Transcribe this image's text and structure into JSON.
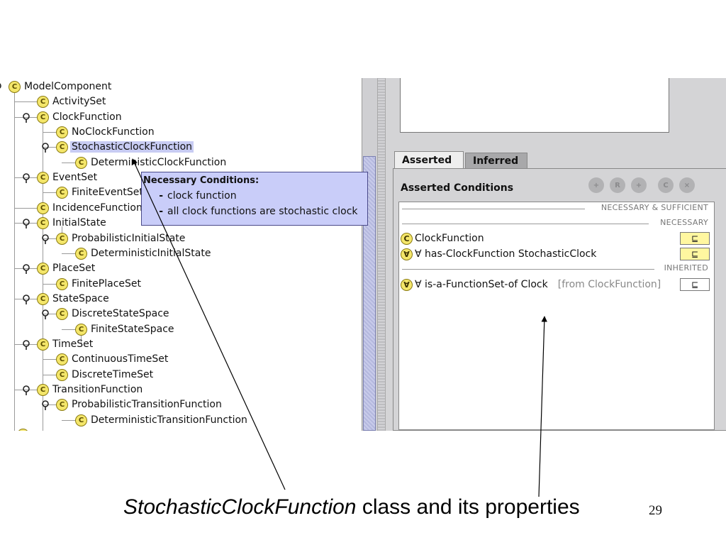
{
  "tree": {
    "items": [
      {
        "label": "ModelComponent"
      },
      {
        "label": "ActivitySet"
      },
      {
        "label": "ClockFunction"
      },
      {
        "label": "NoClockFunction"
      },
      {
        "label": "StochasticClockFunction"
      },
      {
        "label": "DeterministicClockFunction"
      },
      {
        "label": "EventSet"
      },
      {
        "label": "FiniteEventSet"
      },
      {
        "label": "IncidenceFunction"
      },
      {
        "label": "InitialState"
      },
      {
        "label": "ProbabilisticInitialState"
      },
      {
        "label": "DeterministicInitialState"
      },
      {
        "label": "PlaceSet"
      },
      {
        "label": "FinitePlaceSet"
      },
      {
        "label": "StateSpace"
      },
      {
        "label": "DiscreteStateSpace"
      },
      {
        "label": "FiniteStateSpace"
      },
      {
        "label": "TimeSet"
      },
      {
        "label": "ContinuousTimeSet"
      },
      {
        "label": "DiscreteTimeSet"
      },
      {
        "label": "TransitionFunction"
      },
      {
        "label": "ProbabilisticTransitionFunction"
      },
      {
        "label": "DeterministicTransitionFunction"
      }
    ],
    "class_icon_letter": "C",
    "selected_label": "StochasticClockFunction"
  },
  "tooltip": {
    "title": "Necessary Conditions:",
    "items": [
      "clock function",
      "all clock functions are stochastic clock"
    ],
    "bullet": "-"
  },
  "tabs": [
    {
      "label": "Asserted",
      "active": true
    },
    {
      "label": "Inferred",
      "active": false
    }
  ],
  "panel": {
    "title": "Asserted Conditions",
    "tool_icons": [
      "add-named-class-icon",
      "add-restriction-icon",
      "add-expression-icon",
      "find-icon",
      "delete-icon"
    ],
    "section_headers": {
      "nec_suff": "NECESSARY & SUFFICIENT",
      "necessary": "NECESSARY",
      "inherited": "INHERITED"
    },
    "conditions": [
      {
        "icon_glyph": "C",
        "label": "ClockFunction",
        "symbol": "⊑"
      },
      {
        "icon_glyph": "∀",
        "label": "∀ has-ClockFunction StochasticClock",
        "symbol": "⊑"
      }
    ],
    "inherited": [
      {
        "icon_glyph": "∀",
        "label": "∀ is-a-FunctionSet-of Clock",
        "from": "[from ClockFunction]",
        "symbol": "⊑"
      }
    ]
  },
  "caption": {
    "italic": "StochasticClockFunction",
    "rest": " class and its properties"
  },
  "slide_number": "29",
  "colors": {
    "selection": "#c8ccf3",
    "tooltip_bg": "#c9cdf9",
    "class_icon": "#f4e66a",
    "subclass_badge": "#fff7a0"
  }
}
